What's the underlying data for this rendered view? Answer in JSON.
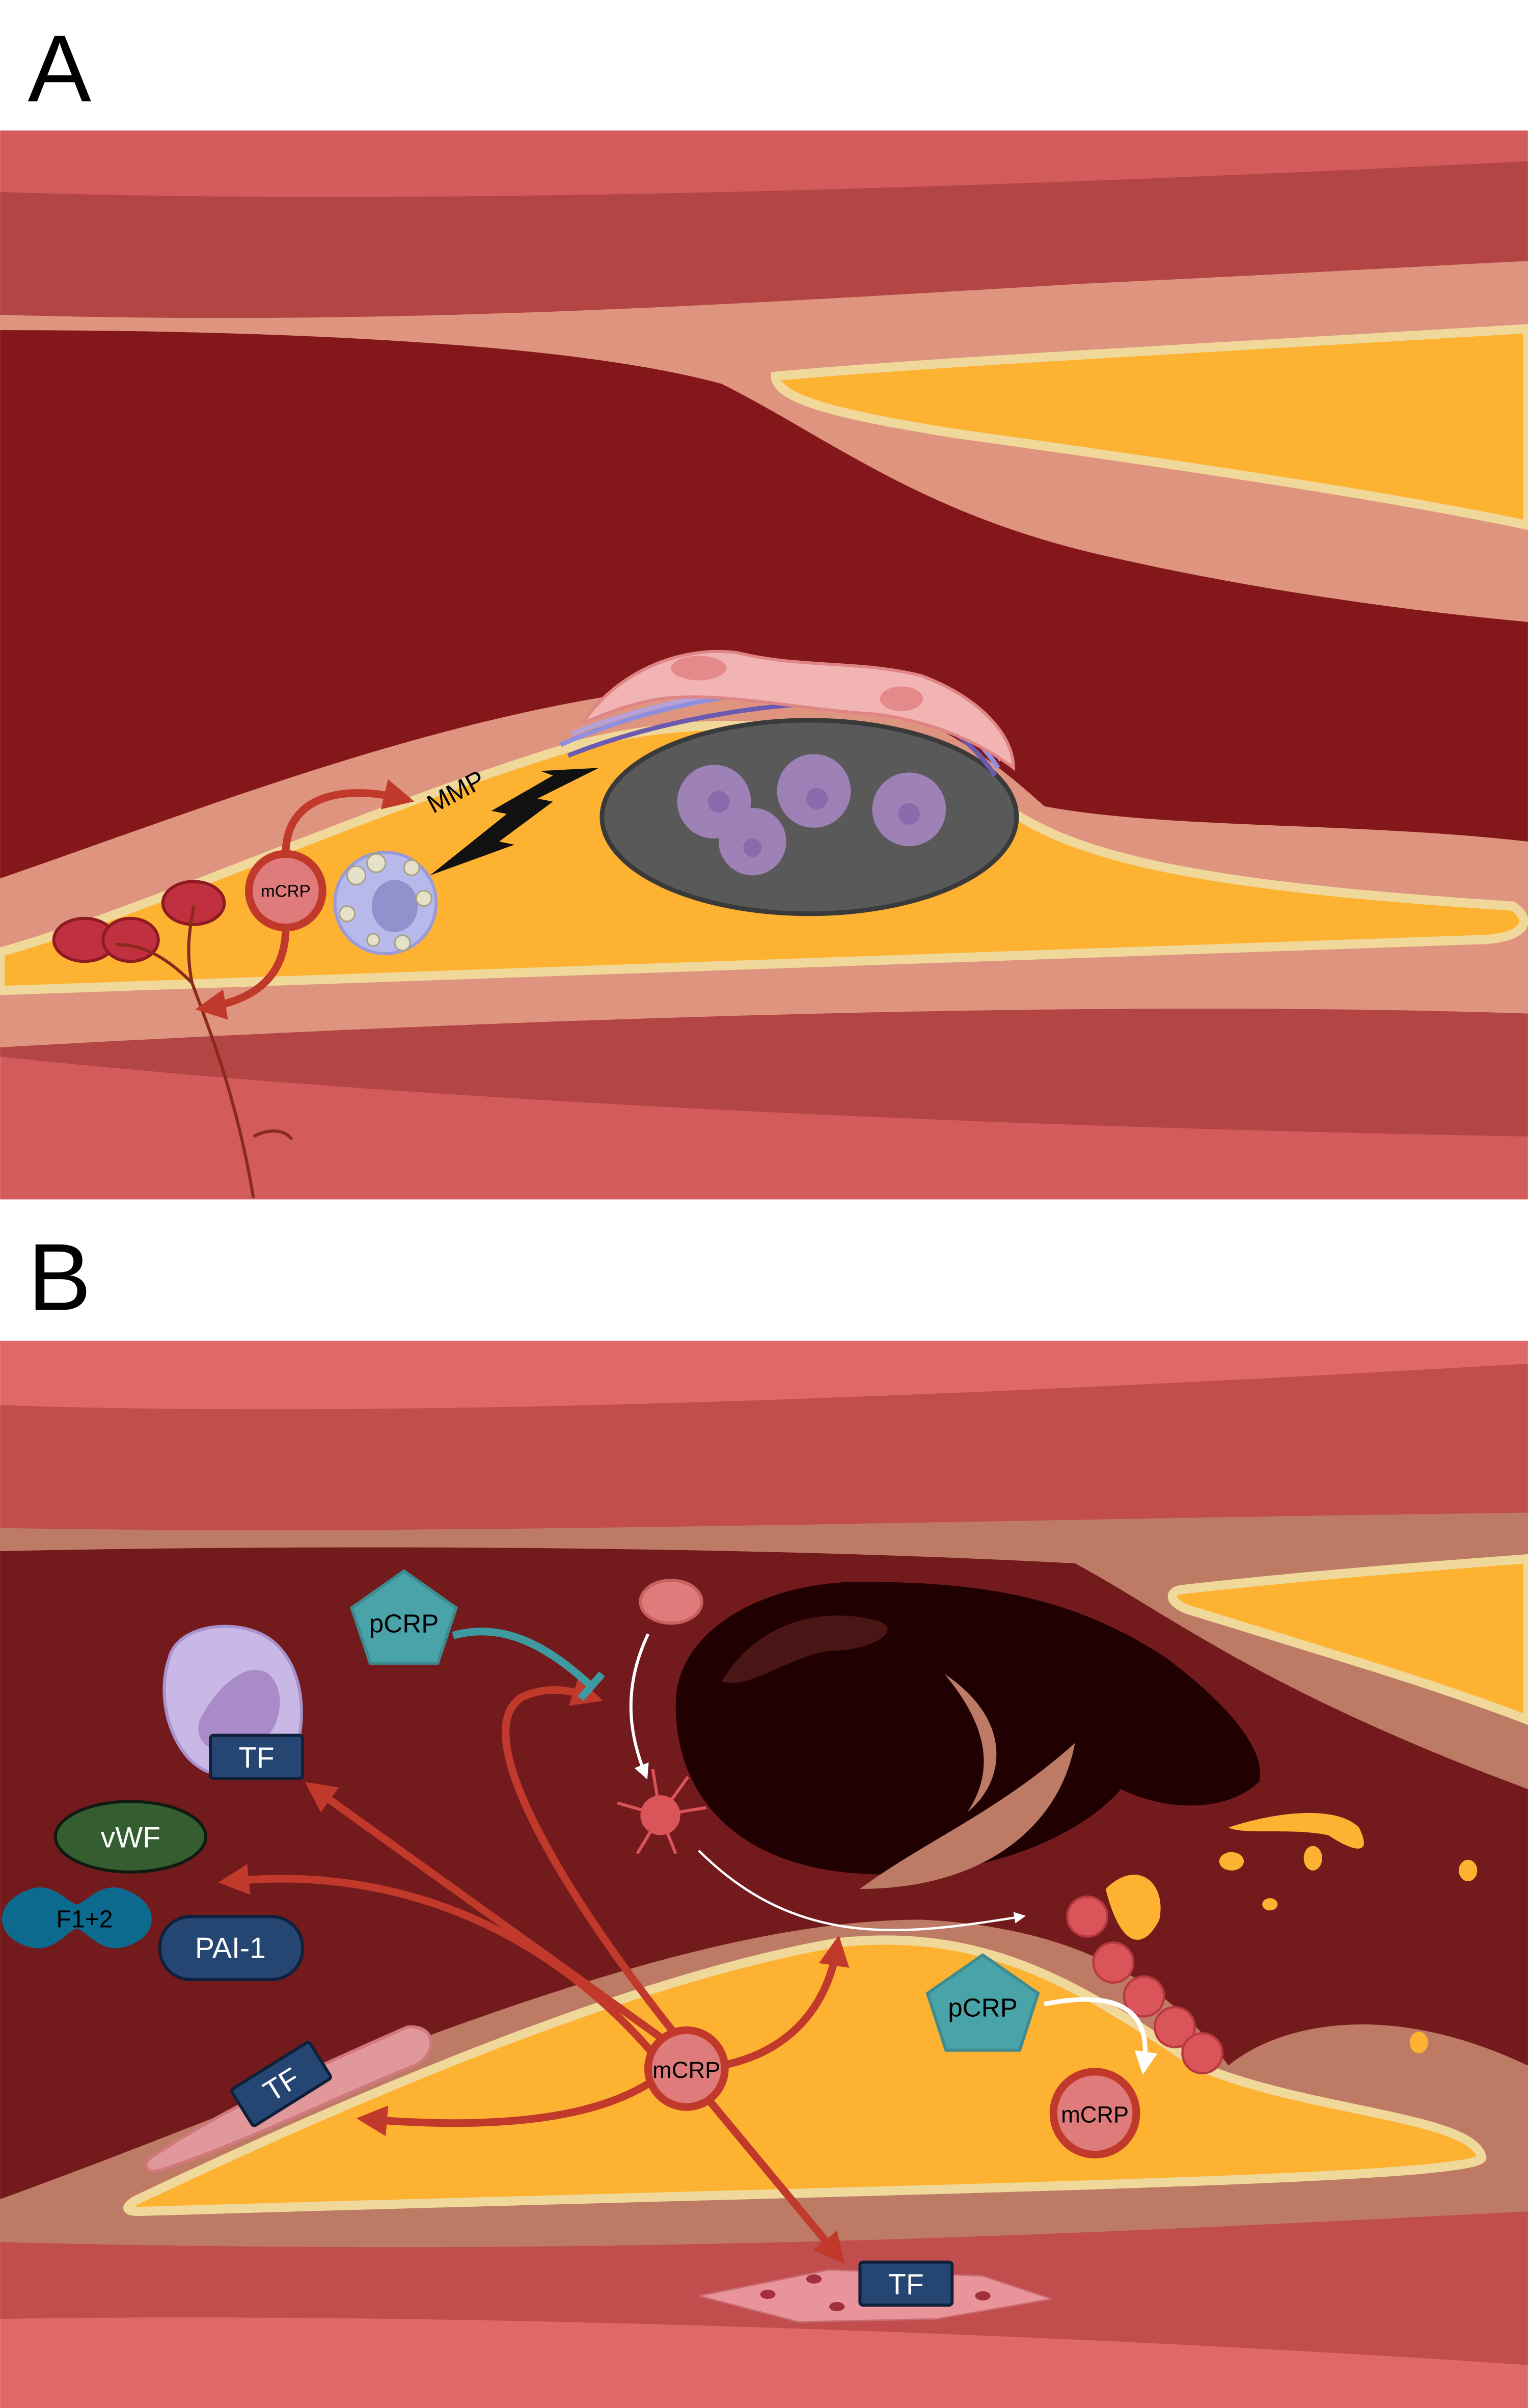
{
  "panel_a": {
    "label": "A",
    "mcrp_label": "mCRP",
    "mmp_label": "MMP"
  },
  "panel_b": {
    "label": "B",
    "pcrp_top_label": "pCRP",
    "pcrp_right_label": "pCRP",
    "tf_monocyte_label": "TF",
    "tf_endothelial_label": "TF",
    "tf_smooth_muscle_label": "TF",
    "vwf_label": "vWF",
    "f12_label": "F1+2",
    "pai1_label": "PAI-1",
    "mcrp_center_label": "mCRP",
    "mcrp_right_label": "mCRP"
  },
  "colors": {
    "lumen_a": "#84171a",
    "lumen_b": "#721a1c",
    "plaque_lipid": "#fdb231",
    "arrow_red": "#c0392b",
    "tf_box": "#254673",
    "pcrp": "#4aa3a8"
  }
}
